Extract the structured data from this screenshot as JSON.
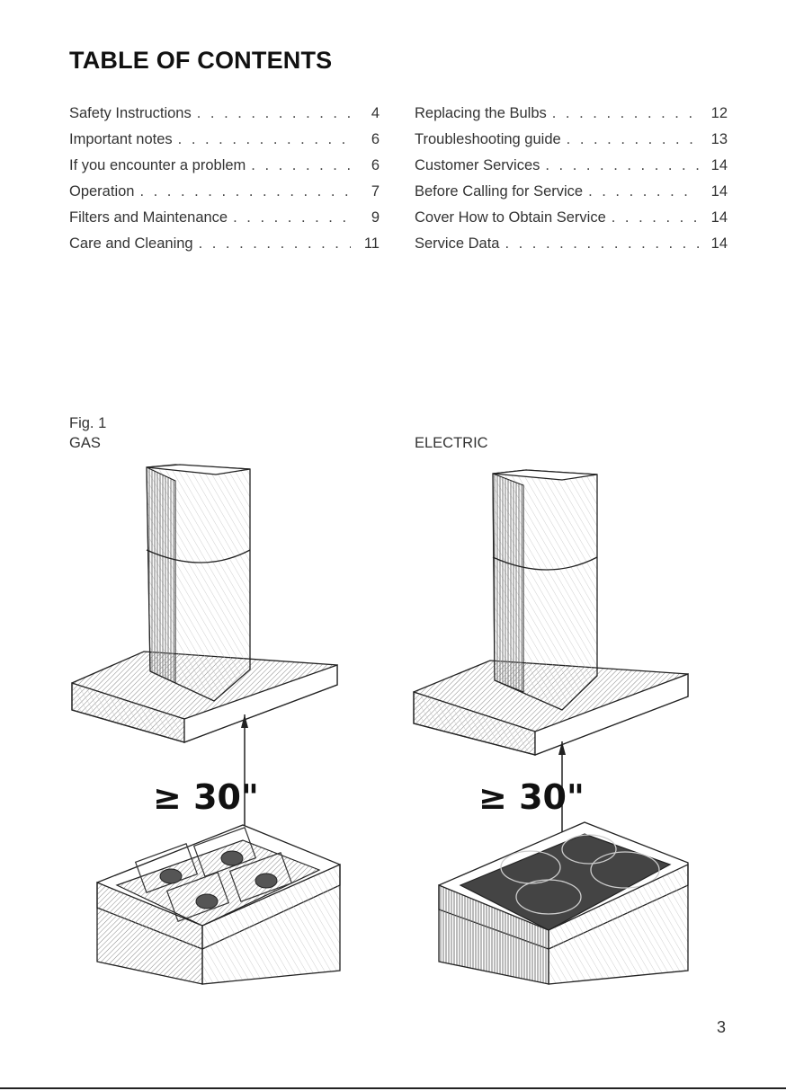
{
  "page": {
    "title": "TABLE OF CONTENTS",
    "page_number": "3"
  },
  "toc": {
    "left": [
      {
        "label": "Safety Instructions",
        "page": "4"
      },
      {
        "label": "Important notes",
        "page": "6"
      },
      {
        "label": "If you encounter a problem",
        "page": "6"
      },
      {
        "label": "Operation",
        "page": "7"
      },
      {
        "label": "Filters and Maintenance",
        "page": "9"
      },
      {
        "label": "Care and Cleaning",
        "page": "11"
      }
    ],
    "right": [
      {
        "label": "Replacing the Bulbs",
        "page": "12"
      },
      {
        "label": "Troubleshooting guide",
        "page": "13"
      },
      {
        "label": "Customer Services",
        "page": "14"
      },
      {
        "label": "Before Calling for Service",
        "page": "14"
      },
      {
        "label": "Cover How to Obtain Service",
        "page": "14"
      },
      {
        "label": "Service Data",
        "page": "14"
      }
    ]
  },
  "figure": {
    "label": "Fig. 1",
    "gas_label": "GAS",
    "electric_label": "ELECTRIC",
    "gas_clearance": "≥ 30\"",
    "electric_clearance": "≥ 30\""
  }
}
